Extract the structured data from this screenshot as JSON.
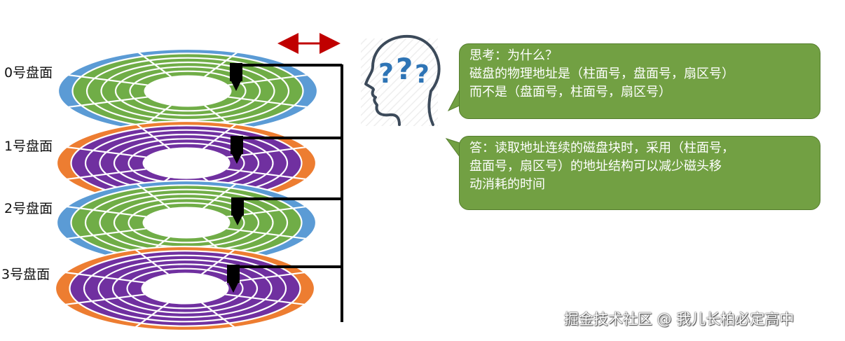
{
  "platters": [
    {
      "label": "0号盘面",
      "scheme": "blue-green"
    },
    {
      "label": "1号盘面",
      "scheme": "orange-purple"
    },
    {
      "label": "2号盘面",
      "scheme": "blue-green"
    },
    {
      "label": "3号盘面",
      "scheme": "orange-purple"
    }
  ],
  "colors": {
    "blue": "#5b9bd5",
    "green": "#70ad47",
    "orange": "#ed7d31",
    "purple": "#7030a0",
    "arrow": "#c00000",
    "bubble": "#72a043",
    "head_outline": "#3c4a5a",
    "question_marks": "#2e74b5"
  },
  "icons": {
    "head": "thinking-head-icon",
    "arrow": "double-arrow-icon",
    "cursor": "mouse-cursor-icon"
  },
  "question_bubble": {
    "lines": [
      "思考：为什么？",
      "磁盘的物理地址是（柱面号，盘面号，扇区号）",
      "而不是（盘面号，柱面号，扇区号）"
    ]
  },
  "answer_bubble": {
    "lines": [
      "答：读取地址连续的磁盘块时，采用（柱面号，",
      "盘面号，扇区号）的地址结构可以减少磁头移",
      "动消耗的时间"
    ]
  },
  "watermark": "掘金技术社区 @ 我儿长柏必定高中"
}
